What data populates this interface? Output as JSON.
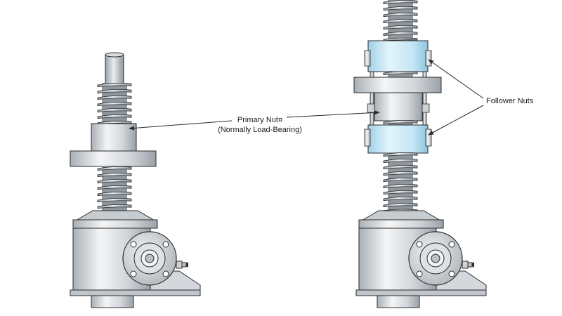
{
  "labels": {
    "primary_nut": "Primary Nut¤",
    "primary_nut_note": "(Normally Load-Bearing)",
    "follower_nuts": "Follower Nuts"
  },
  "colors": {
    "steel_light": "#eef0f2",
    "steel_mid": "#c9ced3",
    "steel_dark": "#8d949b",
    "follower_nut_blue": "#bfe3f2",
    "outline": "#2b2b2b"
  },
  "icons": [
    "screw-jack-drawing",
    "flange-icon",
    "grease-fitting-icon",
    "arrow-icon"
  ]
}
